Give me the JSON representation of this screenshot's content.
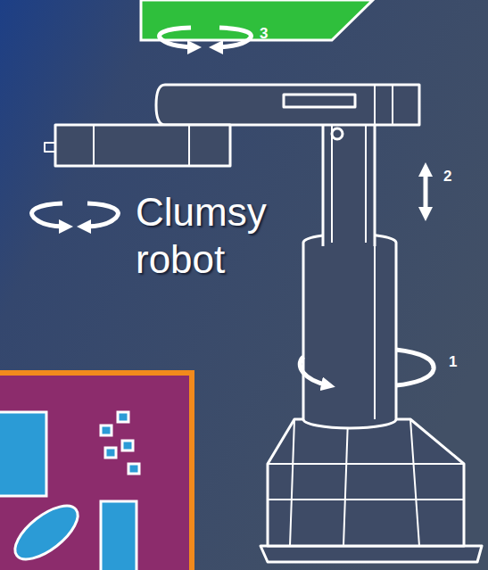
{
  "diagram": {
    "labels": [
      "3",
      "2",
      "Clumsy robot",
      "1"
    ]
  }
}
